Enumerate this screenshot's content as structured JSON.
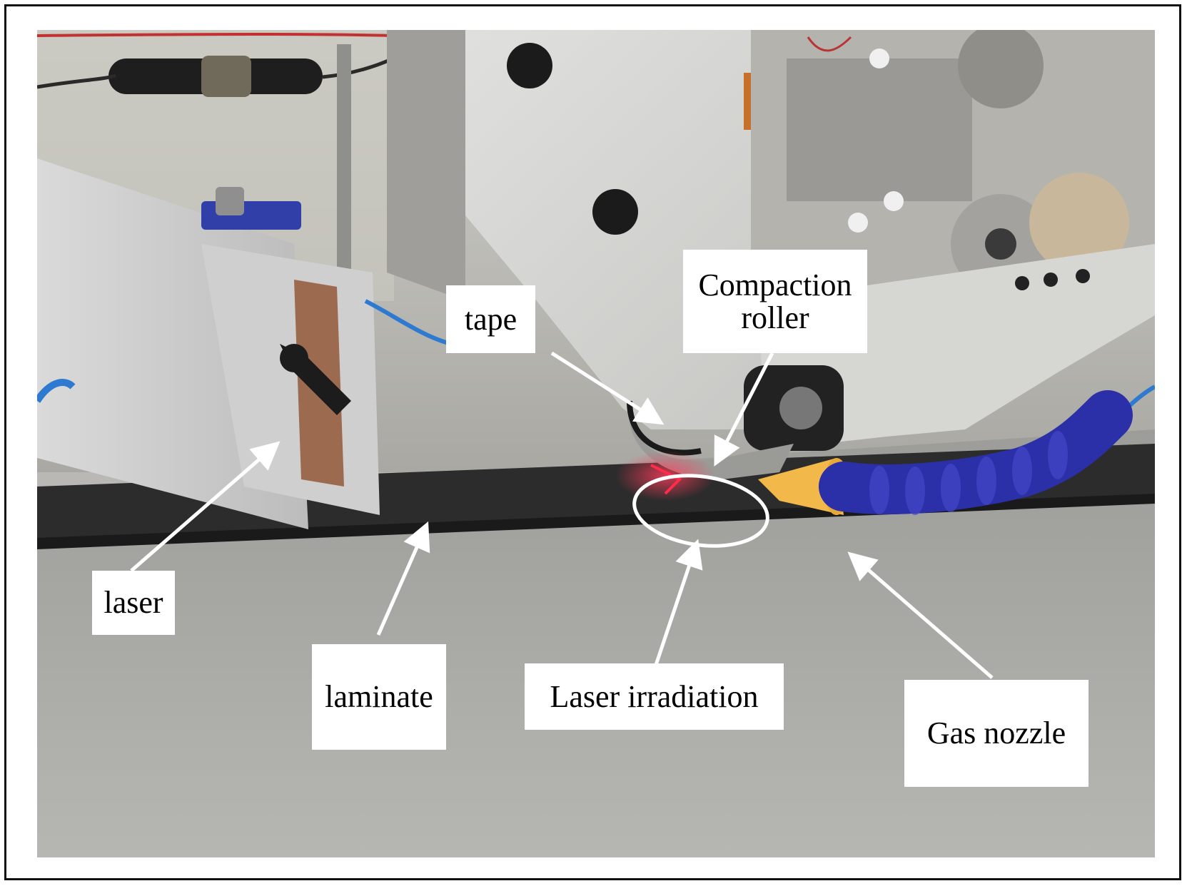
{
  "figure": {
    "labels": {
      "tape": "tape",
      "compaction_roller_line1": "Compaction",
      "compaction_roller_line2": "roller",
      "laser": "laser",
      "laminate": "laminate",
      "laser_irradiation": "Laser irradiation",
      "gas_nozzle": "Gas nozzle"
    }
  },
  "colors": {
    "annotation": "#ffffff",
    "frame": "#111111",
    "laser_spot": "#e8203a",
    "nozzle_tip": "#f2b94a",
    "hose": "#2b2fa8"
  }
}
